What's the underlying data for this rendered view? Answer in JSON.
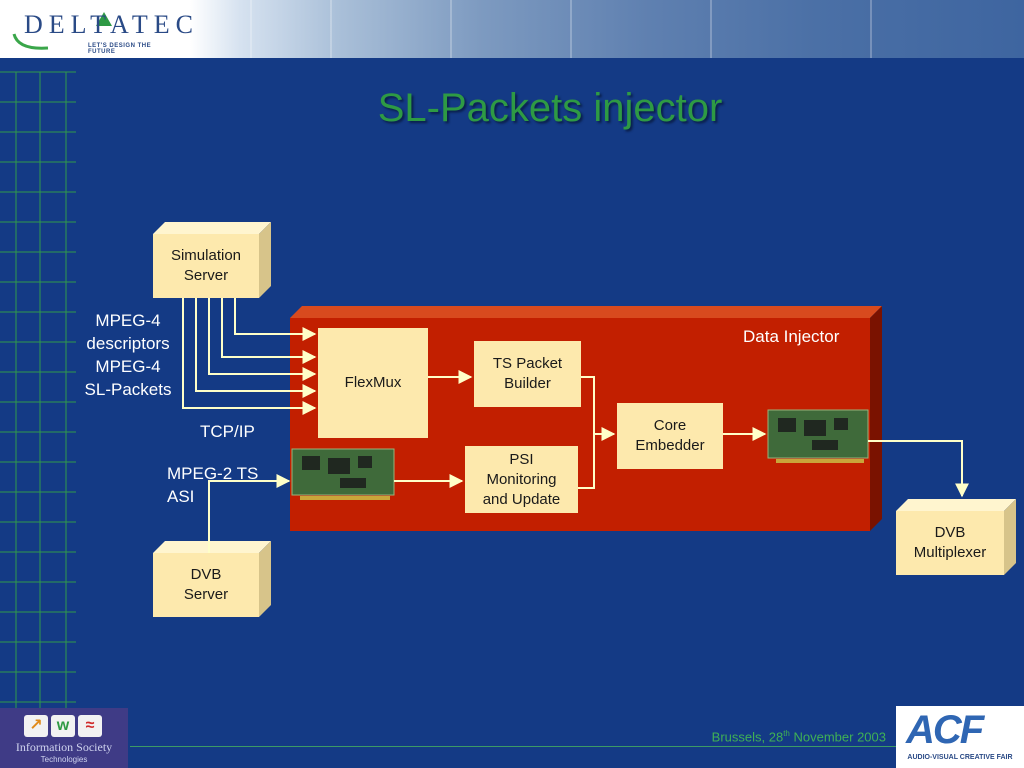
{
  "header": {
    "logo_text": "DELTATEC",
    "logo_tagline": "LET'S DESIGN THE FUTURE"
  },
  "slide": {
    "title": "SL-Packets injector"
  },
  "diagram": {
    "simulation_server": "Simulation\nServer",
    "dvb_server": "DVB\nServer",
    "dvb_multiplexer": "DVB\nMultiplexer",
    "data_injector": "Data Injector",
    "flexmux": "FlexMux",
    "ts_packet_builder": "TS Packet\nBuilder",
    "psi_monitoring": "PSI\nMonitoring\nand Update",
    "core_embedder": "Core\nEmbedder",
    "mpeg4_label": "MPEG-4\ndescriptors\nMPEG-4\nSL-Packets",
    "tcpip_label": "TCP/IP",
    "mpeg2_label": "MPEG-2 TS\nASI"
  },
  "footer": {
    "location_prefix": "Brussels, 28",
    "superscript": "th",
    "date_suffix": " November 2003",
    "ist_logo_text": "Information Society",
    "ist_logo_sub": "Technologies",
    "acf_logo_mark": "ACF",
    "acf_logo_sub": "AUDIO-VISUAL CREATIVE FAIR"
  },
  "colors": {
    "background": "#143a85",
    "title": "#2e9a44",
    "box_fill": "#fde9ad",
    "injector_fill": "#c21f00",
    "connector": "#ffffc8",
    "footer_text": "#3fb055"
  }
}
